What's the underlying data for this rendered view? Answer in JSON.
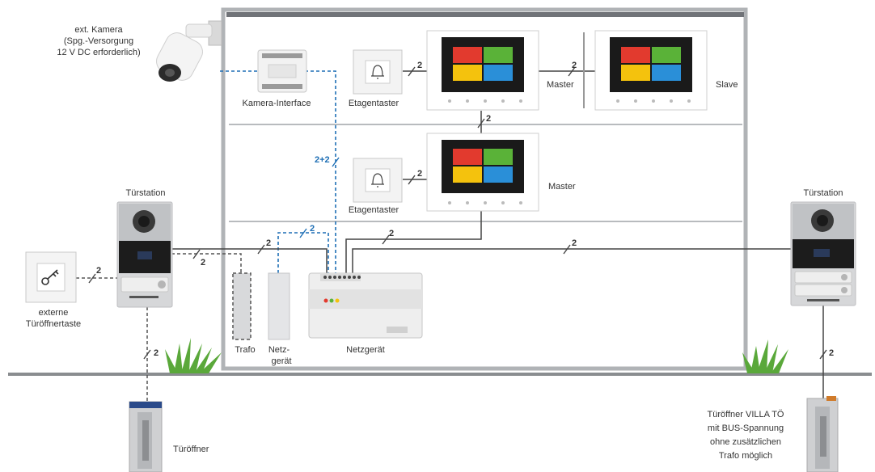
{
  "labels": {
    "ext_camera": [
      "ext. Kamera",
      "(Spg.-Versorgung",
      "12 V DC erforderlich)"
    ],
    "kamera_interface": "Kamera-Interface",
    "etagentaster": "Etagentaster",
    "master": "Master",
    "slave": "Slave",
    "tuerstation": "Türstation",
    "externe_taste": [
      "externe",
      "Türöffnertaste"
    ],
    "trafo": "Trafo",
    "netzgeraet_small": [
      "Netz-",
      "gerät"
    ],
    "netzgeraet": "Netzgerät",
    "tueroeffner": "Türöffner",
    "tueroeffner_villa": [
      "Türöffner VILLA TÖ",
      "mit BUS-Spannung",
      "ohne zusätzlichen",
      "Trafo möglich"
    ]
  },
  "wire_counts": {
    "two": "2",
    "two_plus_two": "2+2"
  },
  "colors": {
    "bus_wire": "#444444",
    "camera_wire": "#1f6fb5",
    "house_frame": "#a9acb0",
    "ground": "#8a8d90",
    "grass": "#5aa83a"
  }
}
